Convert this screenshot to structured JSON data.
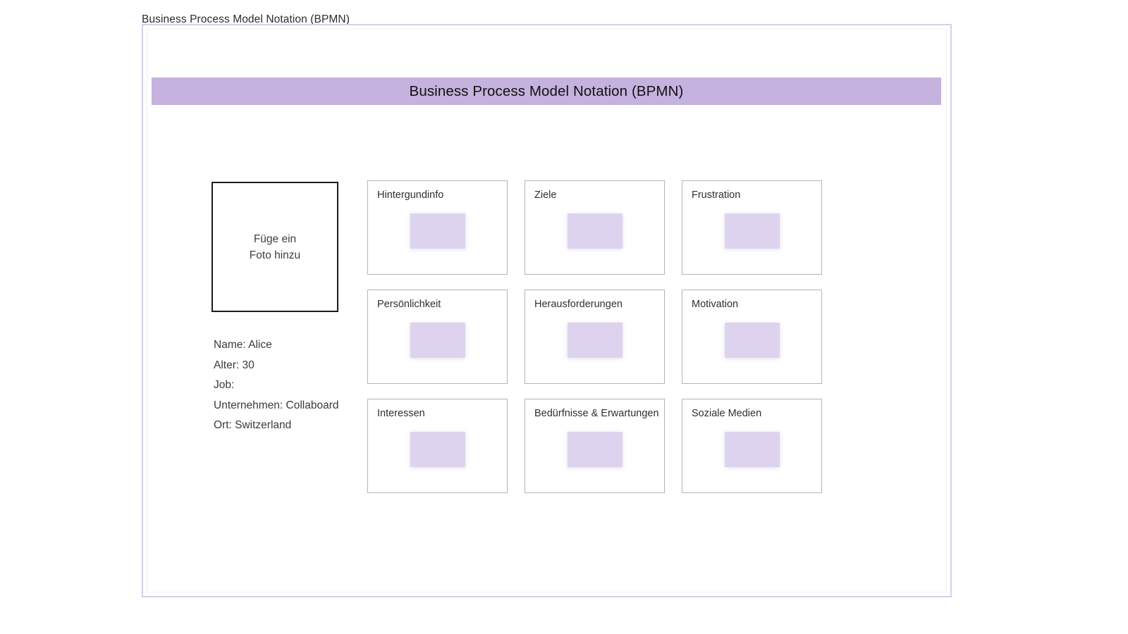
{
  "board": {
    "title": "Business Process Model Notation (BPMN)",
    "banner_title": "Business Process Model Notation (BPMN)",
    "frame_border_color": "#d9cdea",
    "banner_color": "#c6b2de",
    "sticky_color": "#ded3ef"
  },
  "photo": {
    "placeholder_text": "Füge ein\nFoto hinzu"
  },
  "persona": {
    "fields": [
      {
        "label": "Name: Alice"
      },
      {
        "label": "Alter: 30"
      },
      {
        "label": "Job:"
      },
      {
        "label": "Unternehmen: Collaboard"
      },
      {
        "label": "Ort: Switzerland"
      }
    ]
  },
  "cards": [
    {
      "label": "Hintergundinfo"
    },
    {
      "label": "Ziele"
    },
    {
      "label": "Frustration"
    },
    {
      "label": "Persönlichkeit"
    },
    {
      "label": "Herausforderungen"
    },
    {
      "label": "Motivation"
    },
    {
      "label": "Interessen"
    },
    {
      "label": "Bedürfnisse  & Erwartungen"
    },
    {
      "label": "Soziale Medien"
    }
  ]
}
